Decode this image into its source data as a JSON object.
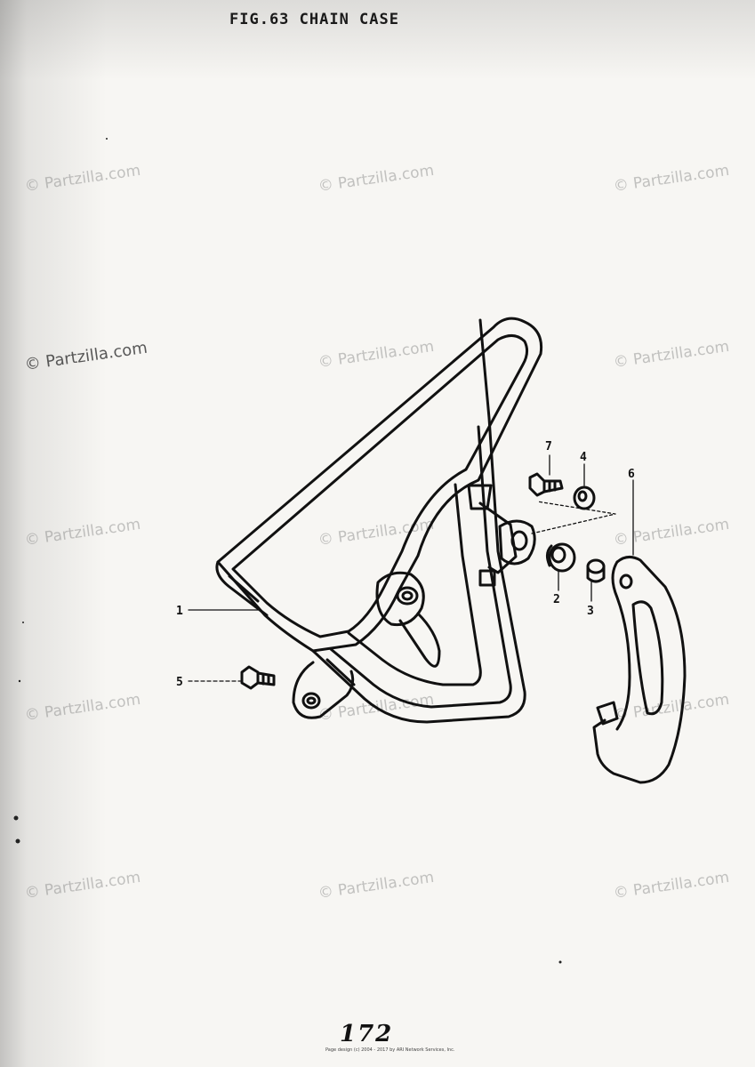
{
  "title": "FIG.63  CHAIN CASE",
  "watermark_text": "© Partzilla.com",
  "callouts": {
    "c1": "1",
    "c2": "2",
    "c3": "3",
    "c4": "4",
    "c5": "5",
    "c6": "6",
    "c7": "7"
  },
  "page_number": "172",
  "copyright": "Page design (c) 2004 - 2017 by ARI Network Services, Inc."
}
